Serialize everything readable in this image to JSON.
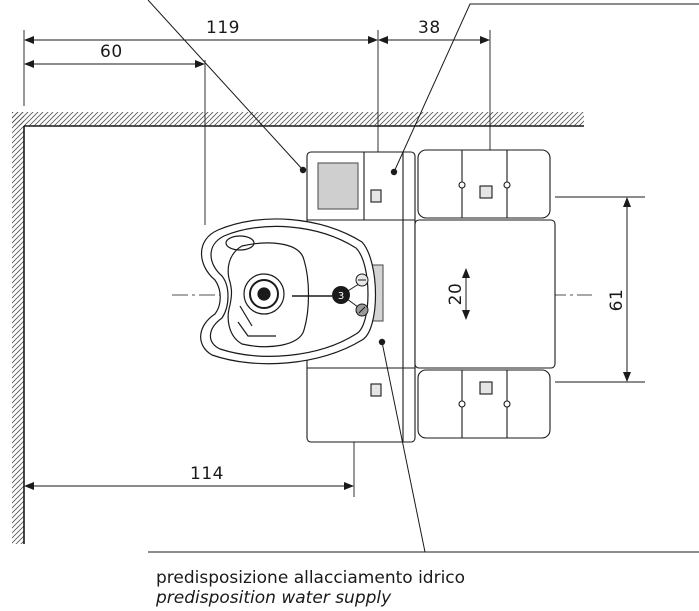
{
  "dimensions": {
    "d119": "119",
    "d60": "60",
    "d38": "38",
    "d20": "20",
    "d61": "61",
    "d114": "114"
  },
  "callouts": {
    "connection_number": "3"
  },
  "caption": {
    "line1": "predisposizione allacciamento idrico",
    "line2": "predisposition water supply"
  }
}
